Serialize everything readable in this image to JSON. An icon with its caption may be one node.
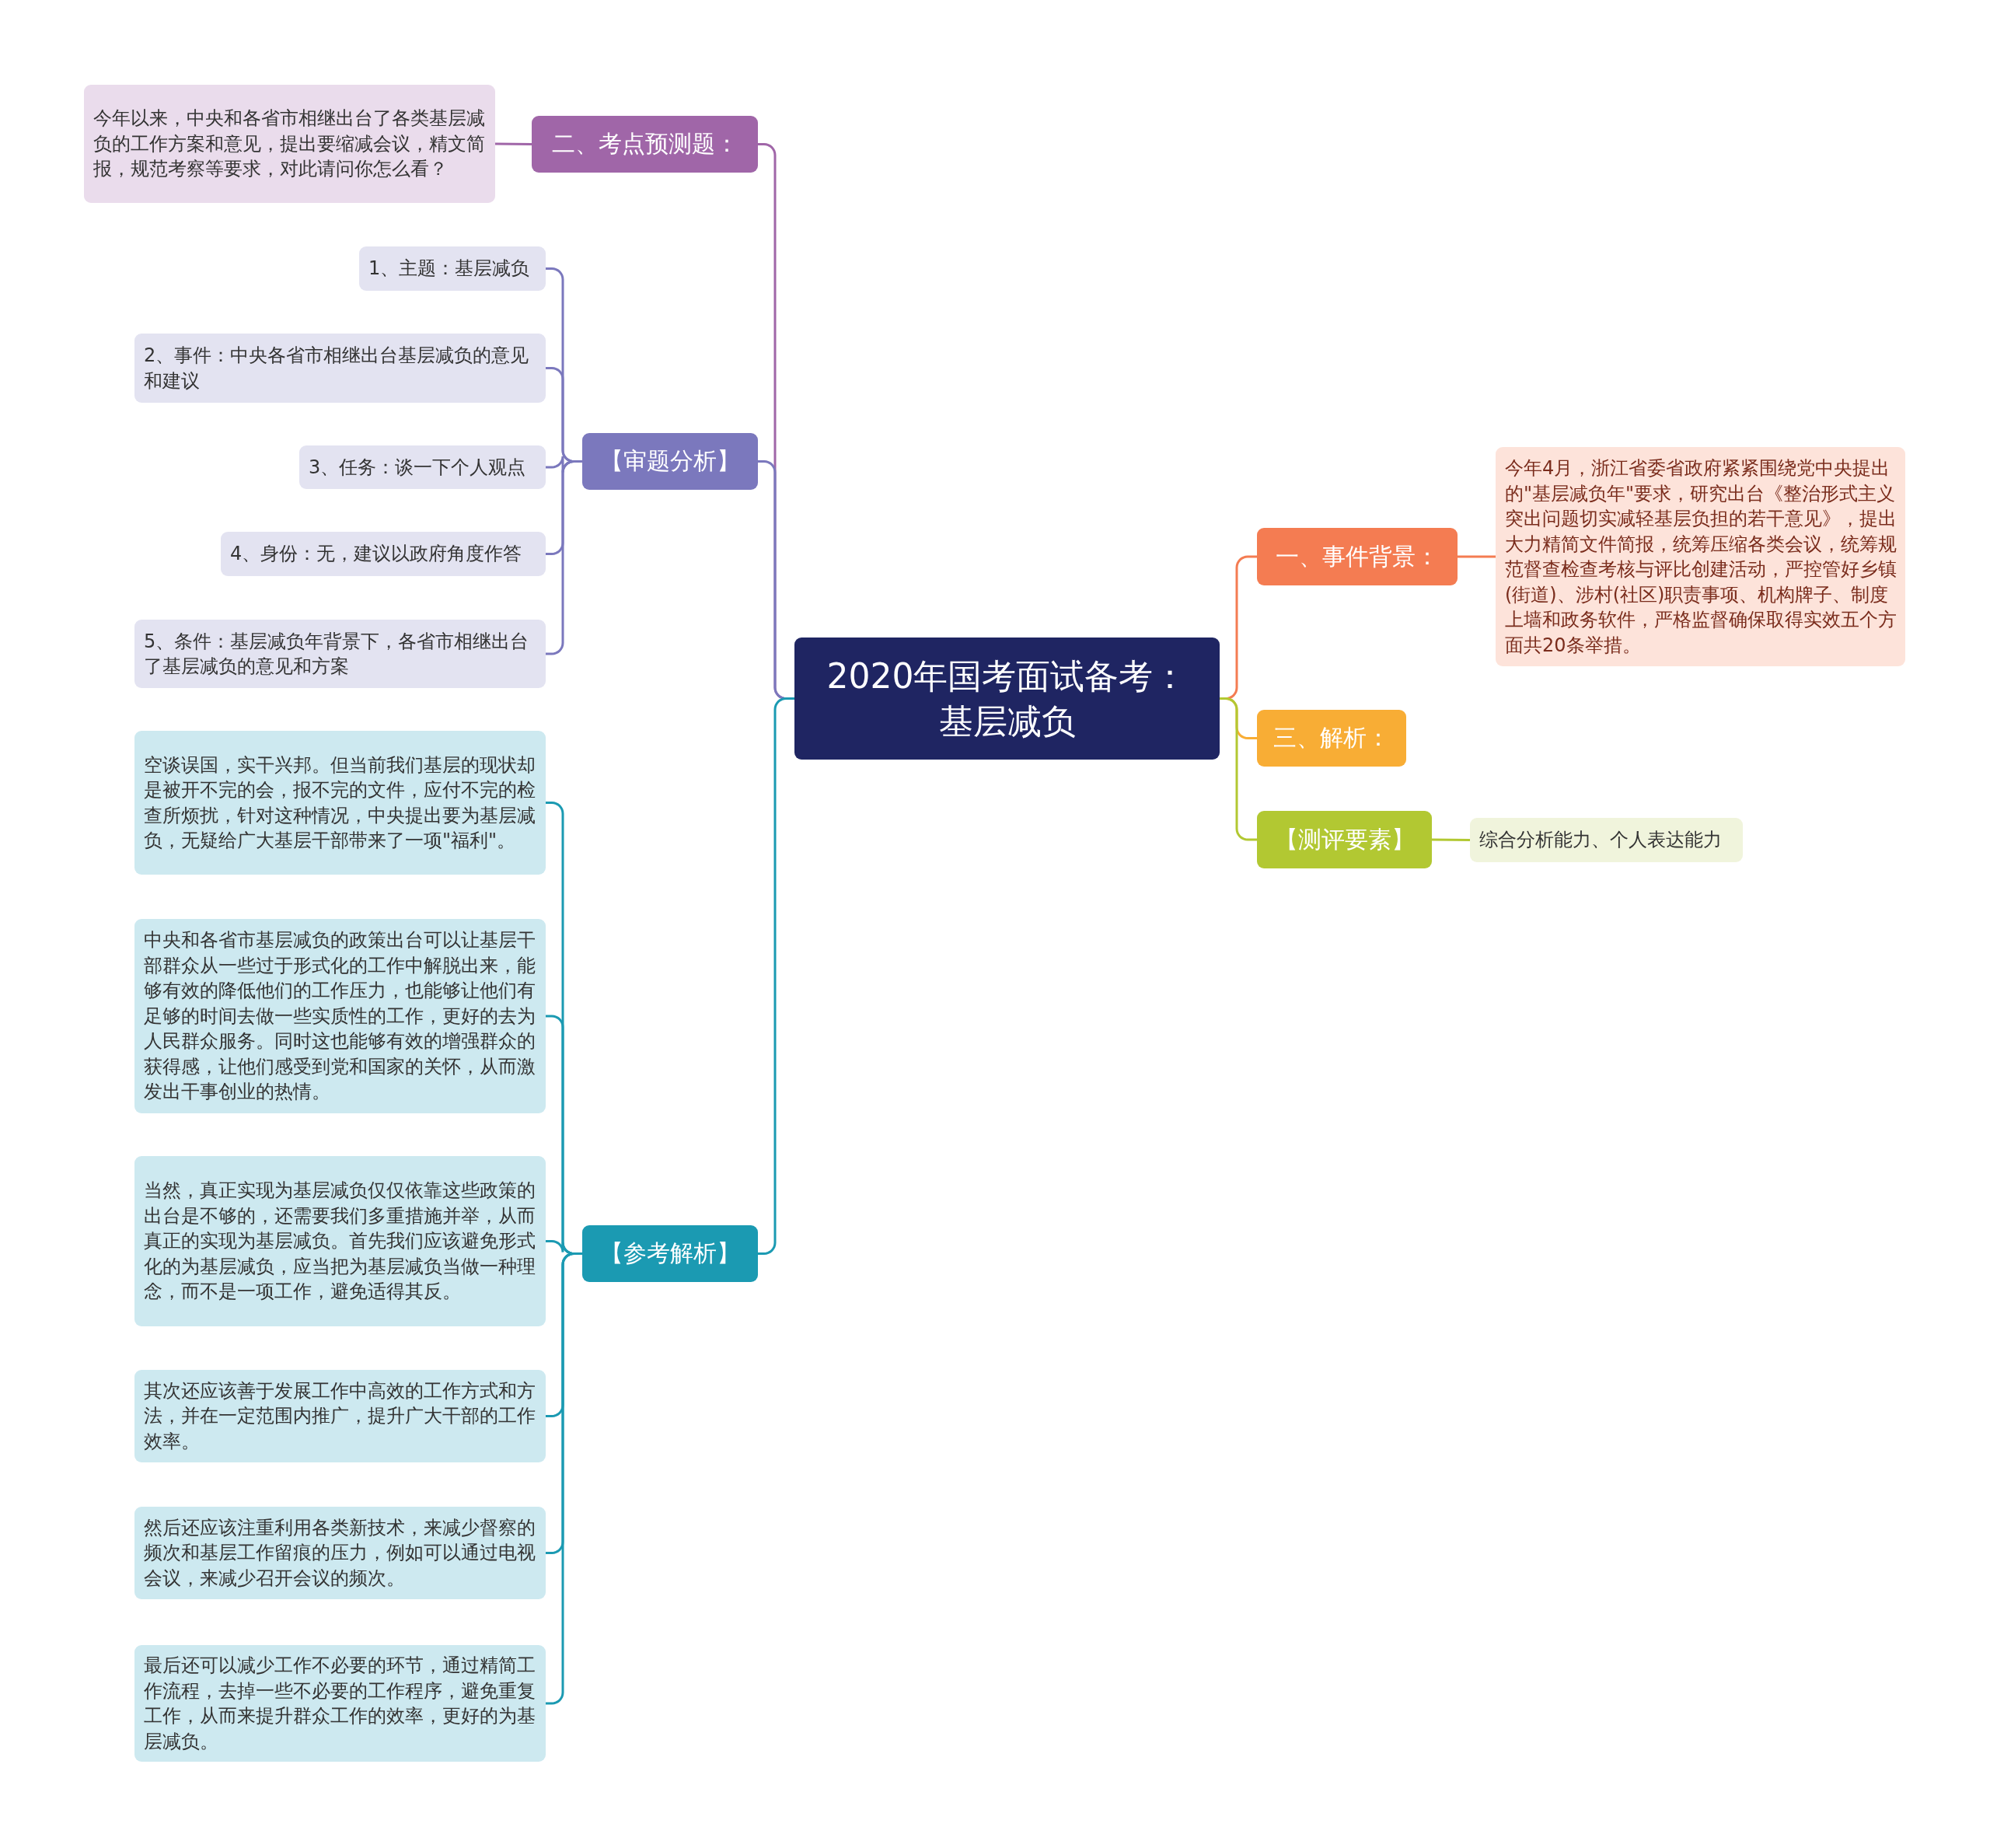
{
  "diagram": {
    "nodes": [
      {
        "text": [
          "2020年国考面试备考：基层减负"
        ]
      },
      {
        "text": [
          "二、考点预测题："
        ]
      },
      {
        "text": [
          "今年以来，中央和各省市相继出台了各类基层减负的工作方案和意见，提出要缩减会议，精文简报，规范考察等要求，对此请问你怎么看？"
        ]
      },
      {
        "text": [
          "【审题分析】"
        ]
      },
      {
        "text": [
          "1、主题：基层减负"
        ]
      },
      {
        "text": [
          "2、事件：中央各省市相继出台基层减负的意见和建议"
        ]
      },
      {
        "text": [
          "3、任务：谈一下个人观点"
        ]
      },
      {
        "text": [
          "4、身份：无，建议以政府角度作答"
        ]
      },
      {
        "text": [
          "5、条件：基层减负年背景下，各省市相继出台了基层减负的意见和方案"
        ]
      },
      {
        "text": [
          "【参考解析】"
        ]
      },
      {
        "text": [
          "空谈误国，实干兴邦。但当前我们基层的现状却是被开不完的会，报不完的文件，应付不完的检查所烦扰，针对这种情况，中央提出要为基层减负，无疑给广大基层干部带来了一项\"福利\"。"
        ]
      },
      {
        "text": [
          "中央和各省市基层减负的政策出台可以让基层干部群众从一些过于形式化的工作中解脱出来，能够有效的降低他们的工作压力，也能够让他们有足够的时间去做一些实质性的工作，更好的去为人民群众服务。同时这也能够有效的增强群众的获得感，让他们感受到党和国家的关怀，从而激发出干事创业的热情。"
        ]
      },
      {
        "text": [
          "当然，真正实现为基层减负仅仅依靠这些政策的出台是不够的，还需要我们多重措施并举，从而真正的实现为基层减负。首先我们应该避免形式化的为基层减负，应当把为基层减负当做一种理念，而不是一项工作，避免适得其反。"
        ]
      },
      {
        "text": [
          "其次还应该善于发展工作中高效的工作方式和方法，并在一定范围内推广，提升广大干部的工作效率。"
        ]
      },
      {
        "text": [
          "然后还应该注重利用各类新技术，来减少督察的频次和基层工作留痕的压力，例如可以通过电视会议，来减少召开会议的频次。"
        ]
      },
      {
        "text": [
          "最后还可以减少工作不必要的环节，通过精简工作流程，去掉一些不必要的工作程序，避免重复工作，从而来提升群众工作的效率，更好的为基层减负。"
        ]
      },
      {
        "text": [
          "一、事件背景："
        ]
      },
      {
        "text": [
          "今年4月，浙江省委省政府紧紧围绕党中央提出的\"基层减负年\"要求，研究出台《整治形式主义突出问题切实减轻基层负担的若干意见》，提出大力精简文件简报，统筹压缩各类会议，统筹规范督查检查考核与评比创建活动，严控管好乡镇(街道)、涉村(社区)职责事项、机构牌子、制度上墙和政务软件，严格监督确保取得实效五个方面共20条举措。"
        ]
      },
      {
        "text": [
          "三、解析："
        ]
      },
      {
        "text": [
          "【测评要素】"
        ]
      },
      {
        "text": [
          "综合分析能力、个人表达能力"
        ]
      }
    ],
    "edges": [
      {
        "from": 0,
        "to": 1,
        "arrow": "none",
        "color": "#a066a8"
      },
      {
        "from": 1,
        "to": 2,
        "arrow": "none",
        "color": "#a066a8"
      },
      {
        "from": 0,
        "to": 3,
        "arrow": "none",
        "color": "#7b78bd"
      },
      {
        "from": 3,
        "to": 4,
        "arrow": "none",
        "color": "#7b78bd"
      },
      {
        "from": 3,
        "to": 5,
        "arrow": "none",
        "color": "#7b78bd"
      },
      {
        "from": 3,
        "to": 6,
        "arrow": "none",
        "color": "#7b78bd"
      },
      {
        "from": 3,
        "to": 7,
        "arrow": "none",
        "color": "#7b78bd"
      },
      {
        "from": 3,
        "to": 8,
        "arrow": "none",
        "color": "#7b78bd"
      },
      {
        "from": 0,
        "to": 9,
        "arrow": "none",
        "color": "#1b9ab2"
      },
      {
        "from": 9,
        "to": 10,
        "arrow": "none",
        "color": "#1b9ab2"
      },
      {
        "from": 9,
        "to": 11,
        "arrow": "none",
        "color": "#1b9ab2"
      },
      {
        "from": 9,
        "to": 12,
        "arrow": "none",
        "color": "#1b9ab2"
      },
      {
        "from": 9,
        "to": 13,
        "arrow": "none",
        "color": "#1b9ab2"
      },
      {
        "from": 9,
        "to": 14,
        "arrow": "none",
        "color": "#1b9ab2"
      },
      {
        "from": 9,
        "to": 15,
        "arrow": "none",
        "color": "#1b9ab2"
      },
      {
        "from": 0,
        "to": 16,
        "arrow": "none",
        "color": "#f47c52"
      },
      {
        "from": 16,
        "to": 17,
        "arrow": "none",
        "color": "#f47c52"
      },
      {
        "from": 0,
        "to": 18,
        "arrow": "none",
        "color": "#f8ad35"
      },
      {
        "from": 0,
        "to": 19,
        "arrow": "none",
        "color": "#b2c832"
      },
      {
        "from": 19,
        "to": 20,
        "arrow": "none",
        "color": "#b2c832"
      }
    ]
  }
}
